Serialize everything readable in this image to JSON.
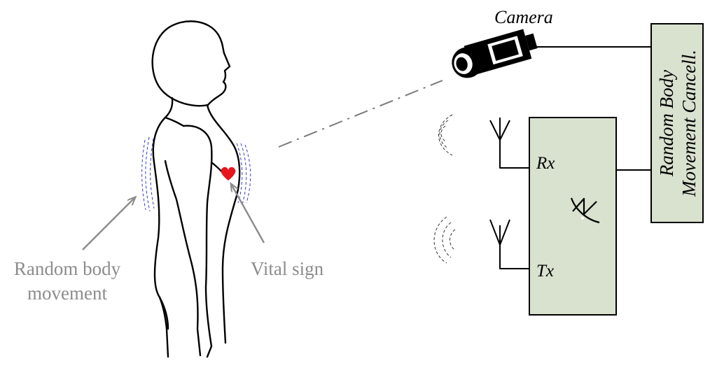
{
  "labels": {
    "camera": "Camera",
    "rx": "Rx",
    "tx": "Tx",
    "cancel_line1": "Random Body",
    "cancel_line2": "Movement Cancell.",
    "vital_sign": "Vital sign",
    "random_body_line1": "Random body",
    "random_body_line2": "movement"
  },
  "icons": {
    "camera": "camera-icon",
    "antenna_rx": "rx-antenna-icon",
    "antenna_tx": "tx-antenna-icon",
    "heart": "heart-icon",
    "radar_symbol": "radar-symbol-icon",
    "person": "human-silhouette-icon"
  },
  "colors": {
    "box_fill": "#d9e1cf",
    "heart": "#e8141e",
    "motion_lines": "#3a3ad0",
    "label_gray": "#8c8c8c",
    "arrow_gray": "#8c8c8c"
  }
}
